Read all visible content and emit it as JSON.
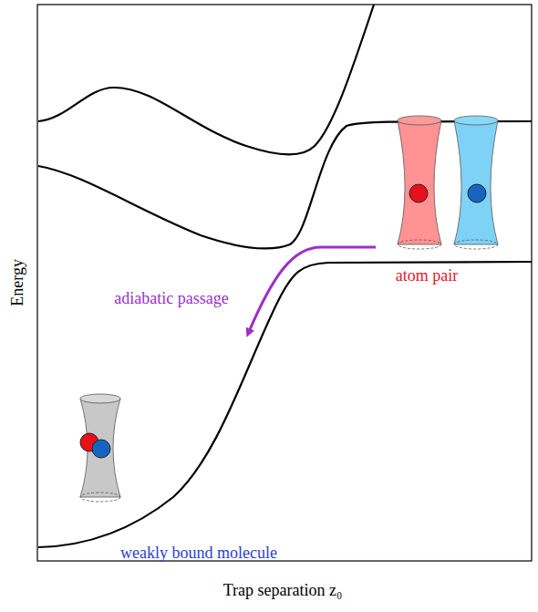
{
  "diagram": {
    "labels": [
      "adiabatic passage",
      "atom pair",
      "weakly bound molecule",
      "Energy",
      "Trap separation z₀"
    ]
  }
}
